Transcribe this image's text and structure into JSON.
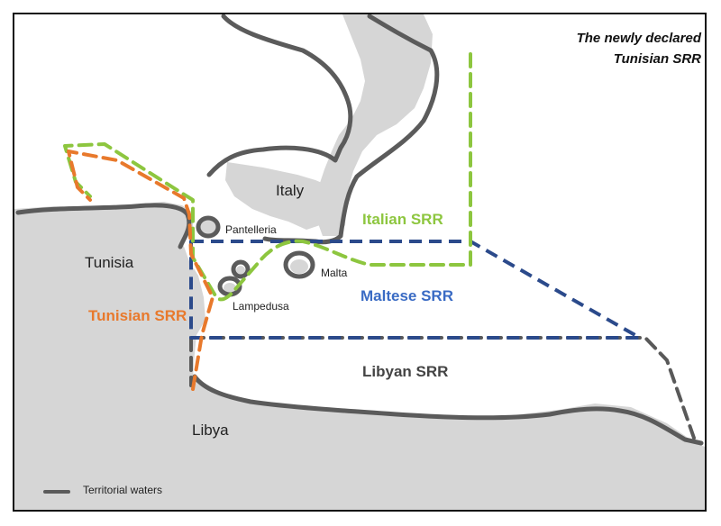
{
  "title": {
    "line1": "The newly declared",
    "line2": "Tunisian SRR"
  },
  "countries": {
    "italy": "Italy",
    "tunisia": "Tunisia",
    "libya": "Libya"
  },
  "islands": {
    "pantelleria": "Pantelleria",
    "malta": "Malta",
    "lampedusa": "Lampedusa"
  },
  "srr": {
    "italian": "Italian SRR",
    "maltese": "Maltese SRR",
    "tunisian": "Tunisian SRR",
    "libyan": "Libyan SRR"
  },
  "legend": {
    "territorial_waters": "Territorial waters"
  },
  "colors": {
    "water": "#ffffff",
    "land": "#d6d6d6",
    "territorial_waters": "#5b5b5b",
    "italian_srr": "#8dc63f",
    "maltese_srr": "#2b4a8b",
    "tunisian_srr": "#e8792c",
    "libyan_srr": "#595959",
    "maltese_label": "#3a6bc4"
  }
}
